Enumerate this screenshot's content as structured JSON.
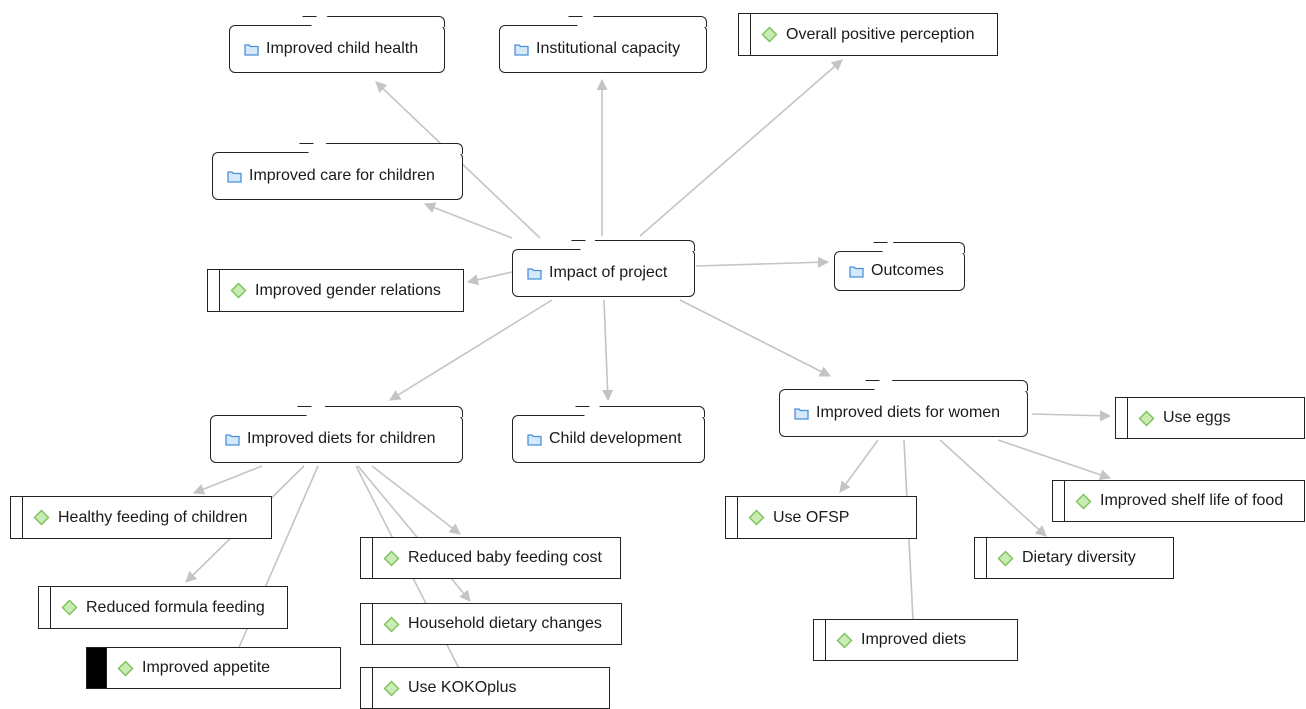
{
  "nodes": {
    "child_health": "Improved child health",
    "institutional_capacity": "Institutional capacity",
    "overall_perception": "Overall positive perception",
    "care_for_children": "Improved care for children",
    "impact_of_project": "Impact of project",
    "outcomes": "Outcomes",
    "gender_relations": "Improved gender relations",
    "diets_children": "Improved diets for children",
    "child_development": "Child development",
    "diets_women": "Improved diets for women",
    "use_eggs": "Use eggs",
    "healthy_feeding": "Healthy feeding of children",
    "reduced_baby_cost": "Reduced baby feeding cost",
    "use_ofsp": "Use OFSP",
    "shelf_life": "Improved shelf life of food",
    "dietary_diversity": "Dietary diversity",
    "reduced_formula": "Reduced formula feeding",
    "household_changes": "Household dietary changes",
    "improved_diets": "Improved diets",
    "improved_appetite": "Improved appetite",
    "use_kokoplus": "Use KOKOplus"
  },
  "icons": {
    "folder": "folder-icon",
    "code": "diamond-icon"
  },
  "colors": {
    "folder_icon": "#4a90d9",
    "code_icon": "#8fcf6e",
    "edge": "#c4c4c4"
  }
}
